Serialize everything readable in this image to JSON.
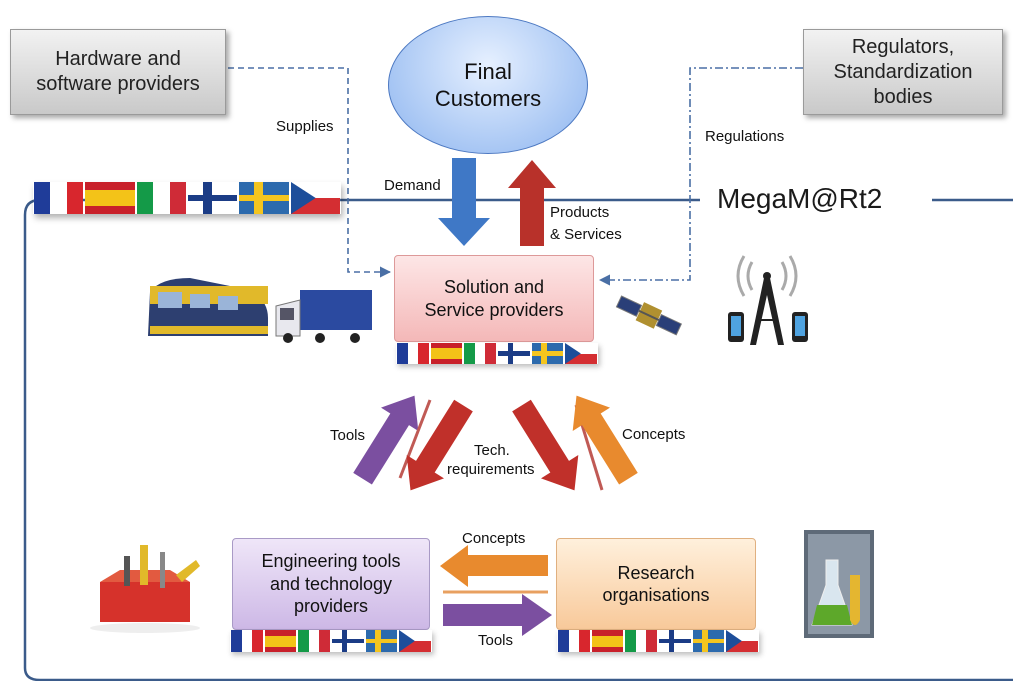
{
  "top_left_box": {
    "line1": "Hardware and",
    "line2": "software providers"
  },
  "top_center_box": {
    "line1": "Final",
    "line2": "Customers"
  },
  "top_right_box": {
    "line1": "Regulators,",
    "line2": "Standardization",
    "line3": "bodies"
  },
  "project_name": "MegaM@Rt2",
  "labels": {
    "supplies": "Supplies",
    "regulations": "Regulations",
    "demand": "Demand",
    "products_services_1": "Products",
    "products_services_2": "& Services",
    "tools_upper": "Tools",
    "tech_req_1": "Tech.",
    "tech_req_2": "requirements",
    "concepts_upper": "Concepts",
    "concepts_lower": "Concepts",
    "tools_lower": "Tools"
  },
  "solution_box": {
    "line1": "Solution and",
    "line2": "Service providers"
  },
  "engineering_box": {
    "line1": "Engineering tools",
    "line2": "and technology",
    "line3": "providers"
  },
  "research_box": {
    "line1": "Research",
    "line2": "organisations"
  },
  "flags": [
    "france-flag",
    "spain-flag",
    "italy-flag",
    "finland-flag",
    "sweden-flag",
    "czech-flag"
  ],
  "colors": {
    "demand_arrow": "#3f78c6",
    "products_arrow": "#c0392b",
    "tools_arrow": "#7b4fa0",
    "tech_req_arrow": "#c0302a",
    "concepts_arrow": "#e88a2e",
    "frame_line": "#3b5b8a"
  }
}
